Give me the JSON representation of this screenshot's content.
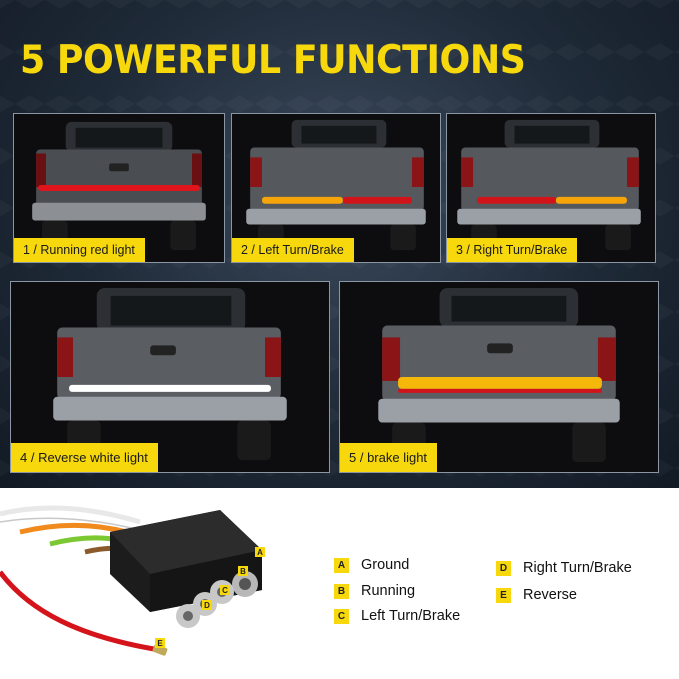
{
  "headline": "5 POWERFUL FUNCTIONS",
  "functions": [
    {
      "label": "1 / Running red light",
      "light_color": "#e0141c"
    },
    {
      "label": "2 / Left Turn/Brake",
      "light_color": "#f5a50a"
    },
    {
      "label": "3 / Right Turn/Brake",
      "light_color": "#f5a50a"
    },
    {
      "label": "4 / Reverse white light",
      "light_color": "#ffffff"
    },
    {
      "label": "5 / brake light",
      "light_color": "#f5b80a"
    }
  ],
  "connector": {
    "pin_labels": [
      "A",
      "B",
      "C",
      "D",
      "E"
    ]
  },
  "legend": [
    {
      "letter": "A",
      "text": "Ground"
    },
    {
      "letter": "B",
      "text": "Running"
    },
    {
      "letter": "C",
      "text": "Left Turn/Brake"
    },
    {
      "letter": "D",
      "text": "Right Turn/Brake"
    },
    {
      "letter": "E",
      "text": "Reverse"
    }
  ],
  "colors": {
    "accent_yellow": "#f6d80c",
    "panel_dark": "#1f2a38"
  }
}
